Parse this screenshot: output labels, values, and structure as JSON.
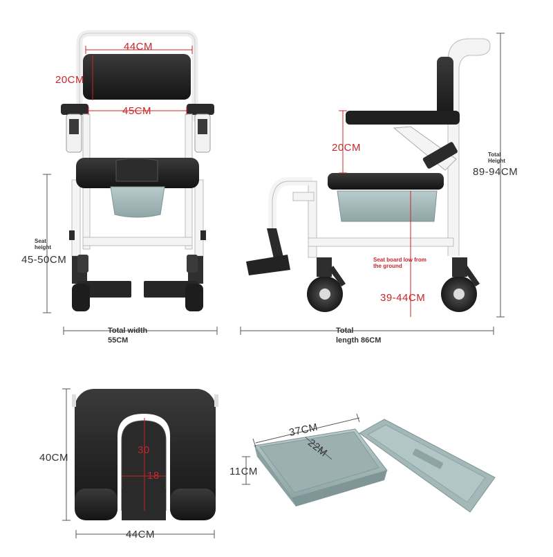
{
  "colors": {
    "accent_red": "#c8262a",
    "frame_white": "#f2f2f2",
    "cushion_black": "#1e1e1e",
    "bucket_blue": "#a9bcbd",
    "dimension_line": "#555555"
  },
  "front_view": {
    "backrest_width": "44CM",
    "backrest_height": "20CM",
    "armrest_gap": "45CM",
    "seat_height_title": "Seat height",
    "seat_height_value": "45-50CM",
    "total_width_title": "Total width",
    "total_width_value": "55CM"
  },
  "side_view": {
    "armrest_height": "20CM",
    "total_height_title": "Total Height",
    "total_height_value": "89-94CM",
    "seat_board_title": "Seat board low from the ground",
    "seat_board_value": "39-44CM",
    "total_length_title": "Total",
    "total_length_value": "length 86CM"
  },
  "seat_cushion": {
    "depth": "40CM",
    "width": "44CM",
    "opening_length": "30",
    "opening_width": "18"
  },
  "bucket": {
    "length": "37CM",
    "width": "22M",
    "height": "11CM"
  }
}
